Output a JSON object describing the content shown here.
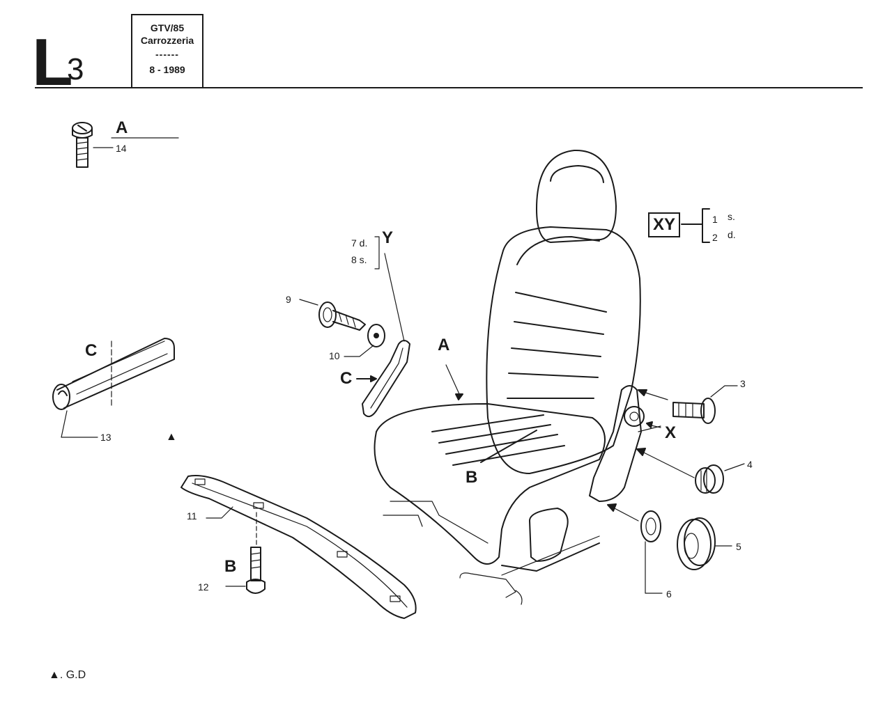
{
  "header": {
    "sheet_letter": "L",
    "sheet_number": "3",
    "model": "GTV/85",
    "group": "Carrozzeria",
    "separator": "------",
    "date": "8 - 1989"
  },
  "callouts": [
    "14",
    "13",
    "11",
    "12",
    "9",
    "10",
    "3",
    "4",
    "5",
    "6"
  ],
  "letters": {
    "a_top": "A",
    "c_trim": "C",
    "c_lever": "C",
    "a_seat": "A",
    "b_seat": "B",
    "b_screw": "B",
    "x": "X",
    "y": "Y"
  },
  "variant_y": {
    "line1": "7 d.",
    "line2": "8 s."
  },
  "variant_xy": {
    "box": "XY",
    "item1": "1",
    "item1_side": "s.",
    "item2": "2",
    "item2_side": "d."
  },
  "triangle": "▲",
  "footnote": "▲. G.D"
}
